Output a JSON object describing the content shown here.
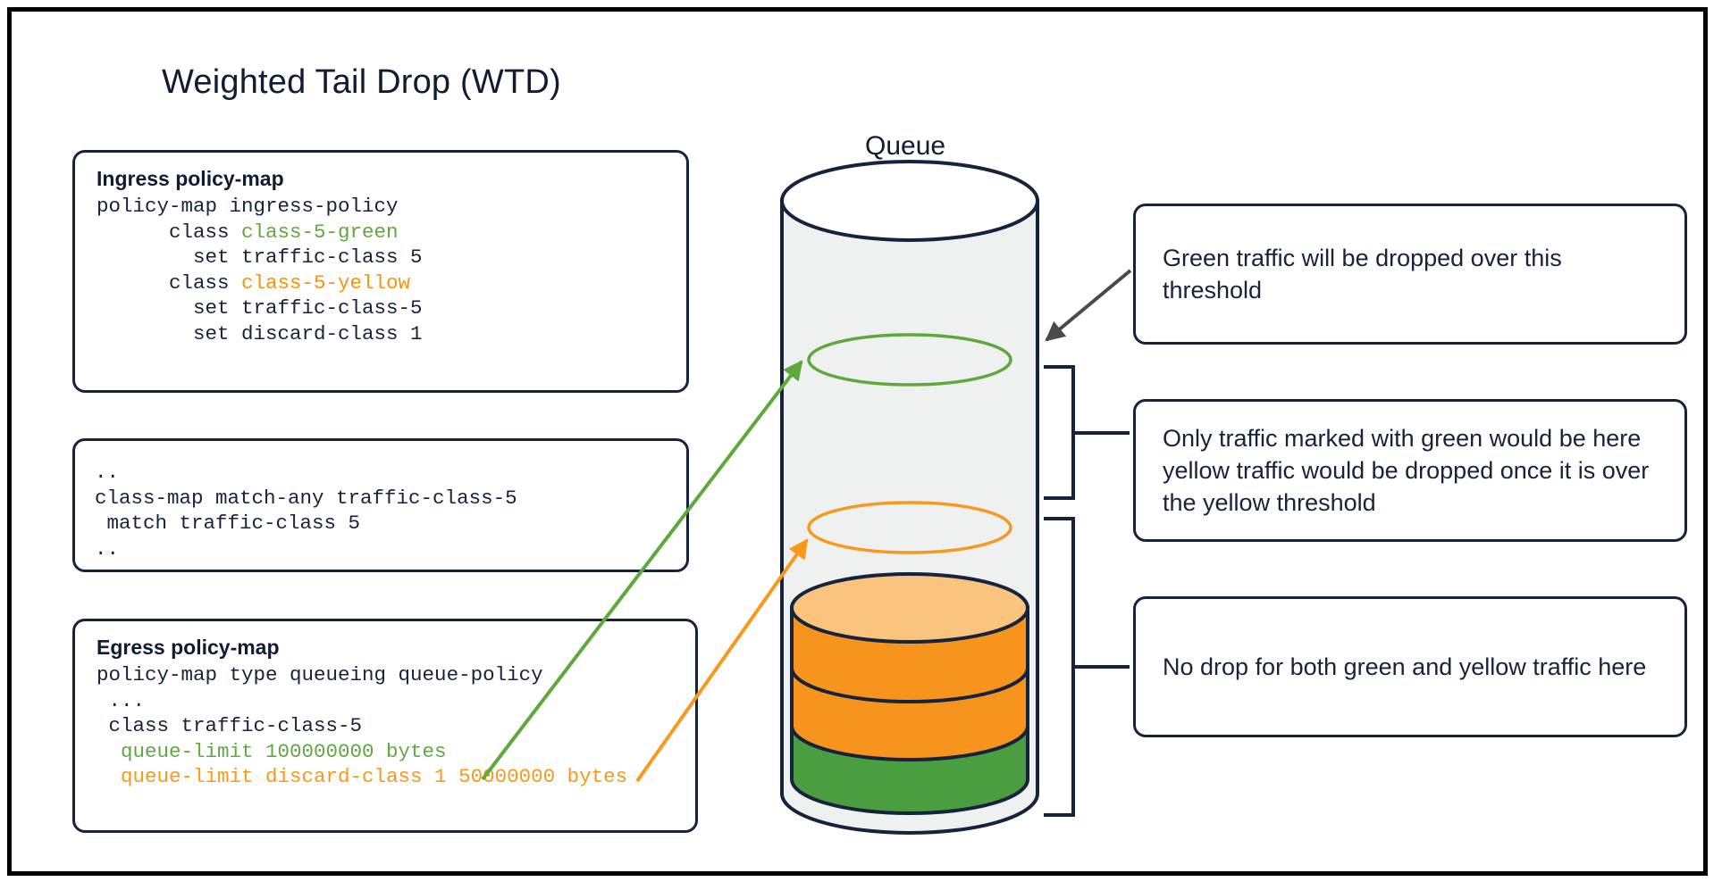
{
  "title": "Weighted Tail Drop (WTD)",
  "queue": {
    "label": "Queue",
    "green_threshold_ring": "green-threshold",
    "yellow_threshold_ring": "yellow-threshold",
    "fill_segments": [
      "green",
      "orange",
      "orange"
    ]
  },
  "ingress_box": {
    "heading": "Ingress policy-map",
    "lines": [
      {
        "text": "policy-map ingress-policy",
        "color": "default"
      },
      {
        "text": "      class ",
        "color": "default",
        "tail": "class-5-green",
        "tail_color": "green"
      },
      {
        "text": "        set traffic-class 5",
        "color": "default"
      },
      {
        "text": "      class ",
        "color": "default",
        "tail": "class-5-yellow",
        "tail_color": "orange"
      },
      {
        "text": "        set traffic-class-5",
        "color": "default"
      },
      {
        "text": "        set discard-class 1",
        "color": "default"
      }
    ]
  },
  "classmap_box": {
    "lines": [
      "..",
      "class-map match-any traffic-class-5",
      " match traffic-class 5",
      ".."
    ]
  },
  "egress_box": {
    "heading": "Egress policy-map",
    "lines": [
      {
        "text": "policy-map type queueing queue-policy",
        "color": "default"
      },
      {
        "text": " ...",
        "color": "default"
      },
      {
        "text": " class traffic-class-5",
        "color": "default"
      },
      {
        "text": "  queue-limit 100000000 bytes",
        "color": "green"
      },
      {
        "text": "  queue-limit discard-class 1 50000000 bytes",
        "color": "orange"
      }
    ]
  },
  "notes": [
    {
      "id": "green-threshold-note",
      "text": "Green traffic will be dropped over this threshold"
    },
    {
      "id": "green-only-note",
      "text": "Only traffic marked with green would be here yellow traffic would be dropped once it is over the yellow threshold"
    },
    {
      "id": "no-drop-note",
      "text": "No drop for both green and yellow traffic here"
    }
  ],
  "colors": {
    "ink": "#16233d",
    "green": "#5fa83c",
    "green_fill": "#4a9e3f",
    "orange": "#f8981d",
    "orange_light": "#fbc47e",
    "cylinder_fill": "#eff1f1",
    "arrow_gray": "#4a4a4a"
  }
}
